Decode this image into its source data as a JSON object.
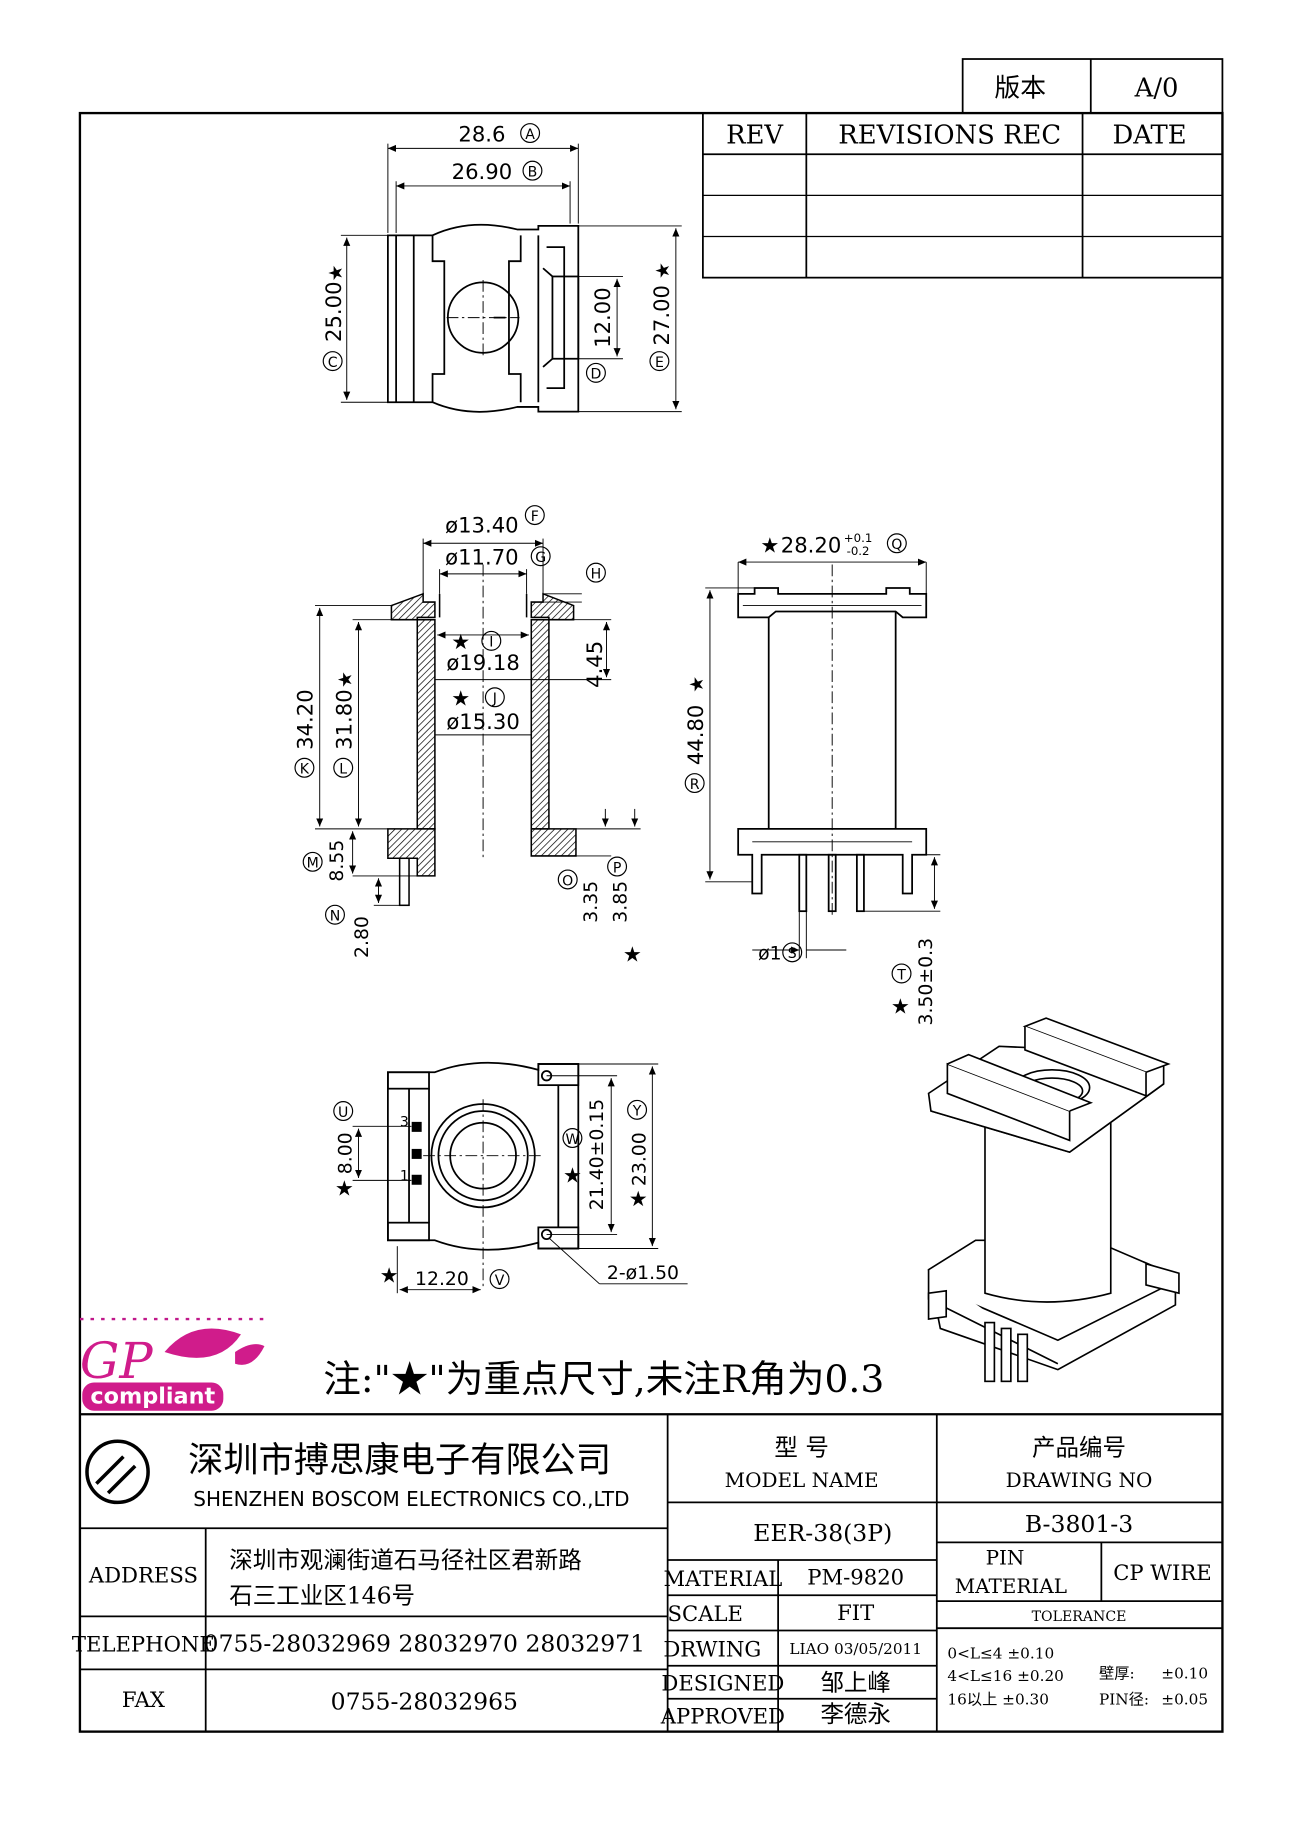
{
  "version": {
    "label": "版本",
    "value": "A/0"
  },
  "revisions": {
    "col_rev": "REV",
    "col_rec": "REVISIONS REC",
    "col_date": "DATE"
  },
  "dims": {
    "a": "28.6",
    "b": "26.90",
    "c": "25.00",
    "d": "12.00",
    "e": "27.00",
    "f": "ø13.40",
    "g": "ø11.70",
    "i": "ø19.18",
    "j": "ø15.30",
    "h_val": "4.45",
    "k": "34.20",
    "l": "31.80",
    "m": "8.55",
    "n": "2.80",
    "o": "3.35",
    "p": "3.85",
    "q_main": "28.20",
    "q_tol_up": "+0.1",
    "q_tol_dn": "-0.2",
    "r": "44.80",
    "s": "ø1",
    "t": "3.50±0.3",
    "u": "8.00",
    "v": "12.20",
    "w": "21.40±0.15",
    "y": "23.00",
    "holes": "2-ø1.50",
    "pin_3": "3",
    "pin_1": "1"
  },
  "markers": {
    "A": "A",
    "B": "B",
    "C": "C",
    "D": "D",
    "E": "E",
    "F": "F",
    "G": "G",
    "H": "H",
    "I": "I",
    "J": "J",
    "K": "K",
    "L": "L",
    "M": "M",
    "N": "N",
    "O": "O",
    "P": "P",
    "Q": "Q",
    "R": "R",
    "S": "S",
    "T": "T",
    "U": "U",
    "V": "V",
    "W": "W",
    "Y": "Y"
  },
  "star": "★",
  "note": "注:\"★\"为重点尺寸,未注R角为0.3",
  "gp_logo": {
    "letters": "GP",
    "badge": "compliant"
  },
  "company": {
    "name_cn": "深圳市搏思康电子有限公司",
    "name_en": "SHENZHEN BOSCOM ELECTRONICS CO.,LTD"
  },
  "contact": {
    "address_label": "ADDRESS",
    "address_line1": "深圳市观澜街道石马径社区君新路",
    "address_line2": "石三工业区146号",
    "telephone_label": "TELEPHONE",
    "telephone": "0755-28032969 28032970 28032971",
    "fax_label": "FAX",
    "fax": "0755-28032965"
  },
  "title_block": {
    "model_cn": "型    号",
    "model_en": "MODEL NAME",
    "model_value": "EER-38(3P)",
    "drawing_cn": "产品编号",
    "drawing_en": "DRAWING NO",
    "drawing_value": "B-3801-3",
    "material_label": "MATERIAL",
    "material_value": "PM-9820",
    "scale_label": "SCALE",
    "scale_value": "FIT",
    "drwing_label": "DRWING",
    "drwing_value": "LIAO 03/05/2011",
    "designed_label": "DESIGNED",
    "designed_value": "邹上峰",
    "approved_label": "APPROVED",
    "approved_value": "李德永",
    "pin_label": "PIN",
    "pin_material_label": "MATERIAL",
    "pin_material_value": "CP WIRE",
    "tolerance_label": "TOLERANCE",
    "tol_1": "0<L≤4  ±0.10",
    "tol_2": "4<L≤16  ±0.20",
    "tol_3": "16以上     ±0.30",
    "wall_label": "壁厚:",
    "wall_value": "±0.10",
    "pin_dia_label": "PIN径:",
    "pin_dia_value": "±0.05"
  }
}
